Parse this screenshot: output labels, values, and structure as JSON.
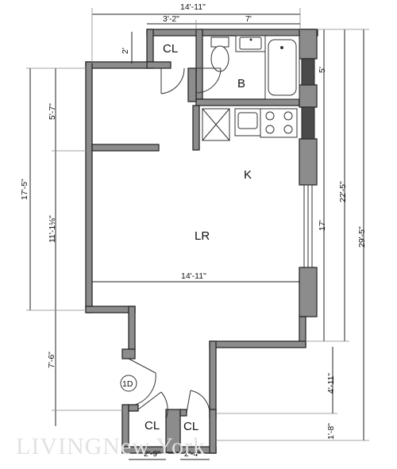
{
  "rooms": {
    "closet_top": "CL",
    "bathroom": "B",
    "kitchen": "K",
    "living_room": "LR",
    "closet_left": "CL",
    "closet_right": "CL"
  },
  "entry_label": "1D",
  "dimensions": {
    "top_width": "14'-11\"",
    "closet_width": "3'-2\"",
    "bath_width": "7'",
    "closet_depth": "2'",
    "lr_width": "14'-11\"",
    "upper_left": "5'-7\"",
    "middle_left": "11'-1⅛\"",
    "lr_depth": "17'-5\"",
    "lower_left": "7'-6\"",
    "bath_depth": "5'",
    "kitchen_lr_depth": "17'",
    "right_total_upper": "22'-5\"",
    "right_total": "29'-5\"",
    "foyer_depth": "4'-11\"",
    "closet_bottom_depth": "1'-8\"",
    "closet_left_width": "2'-9\"",
    "closet_right_width": "2'-4\""
  },
  "watermark": "LIVINGNew York"
}
